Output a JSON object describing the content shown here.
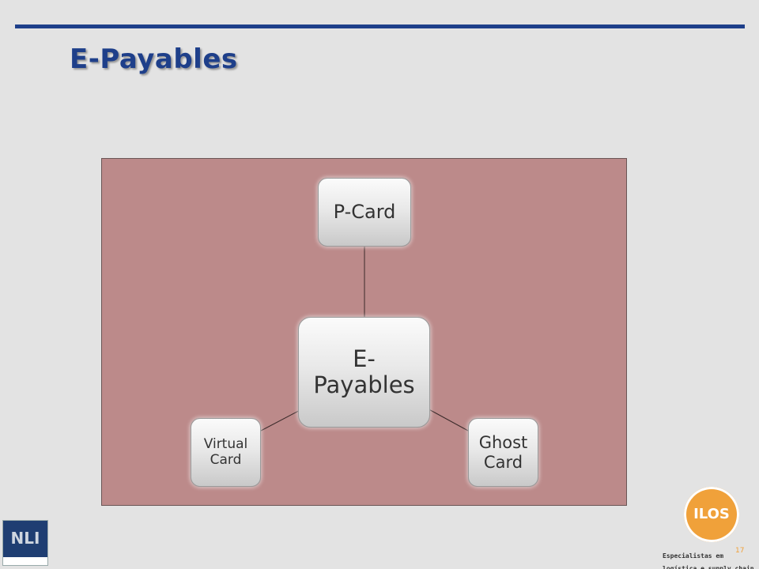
{
  "title": "E-Payables",
  "diagram": {
    "center": "E-\nPayables",
    "top": "P-Card",
    "left": "Virtual\nCard",
    "right": "Ghost\nCard"
  },
  "logos": {
    "nli": "NLI",
    "ilos": "ILOS",
    "tagline_line1": "Especialistas em",
    "tagline_line2": "logística e supply chain"
  },
  "slide_number": "17",
  "colors": {
    "title": "#1e3f8a",
    "panel": "#bc8a8a",
    "ilos_orange": "#f0a13a",
    "nli_blue": "#1f3e72"
  }
}
